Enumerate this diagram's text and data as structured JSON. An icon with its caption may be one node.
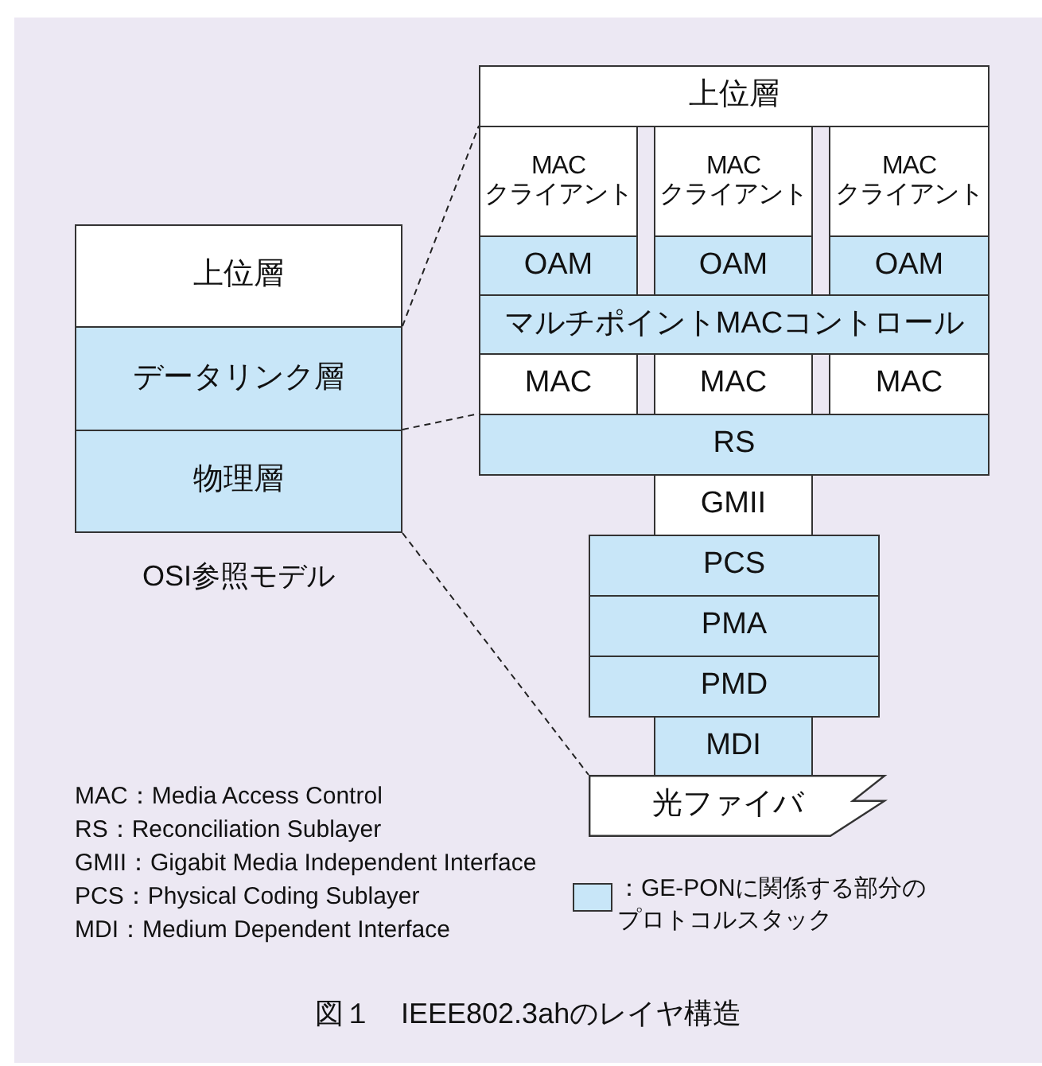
{
  "diagram": {
    "caption": "図１　IEEE802.3ahのレイヤ構造",
    "nodes": [
      {
        "text": [
          "上位層"
        ]
      },
      {
        "text": [
          "データリンク層"
        ]
      },
      {
        "text": [
          "物理層"
        ]
      },
      {
        "text": [
          "上位層"
        ]
      },
      {
        "text": [
          "MAC クライアント"
        ]
      },
      {
        "text": [
          "MAC クライアント"
        ]
      },
      {
        "text": [
          "MAC クライアント"
        ]
      },
      {
        "text": [
          "OAM"
        ]
      },
      {
        "text": [
          "OAM"
        ]
      },
      {
        "text": [
          "OAM"
        ]
      },
      {
        "text": [
          "マルチポイントMACコントロール"
        ]
      },
      {
        "text": [
          "MAC"
        ]
      },
      {
        "text": [
          "MAC"
        ]
      },
      {
        "text": [
          "MAC"
        ]
      },
      {
        "text": [
          "RS"
        ]
      },
      {
        "text": [
          "GMII"
        ]
      },
      {
        "text": [
          "PCS"
        ]
      },
      {
        "text": [
          "PMA"
        ]
      },
      {
        "text": [
          "PMD"
        ]
      },
      {
        "text": [
          "MDI"
        ]
      },
      {
        "text": [
          "光ファイバ"
        ]
      }
    ],
    "edges": [
      {
        "from": 1,
        "to": 4,
        "arrow": "none",
        "style": "dashed"
      },
      {
        "from": 2,
        "to": 14,
        "arrow": "none",
        "style": "dashed"
      },
      {
        "from": 2,
        "to": 20,
        "arrow": "none",
        "style": "dashed"
      }
    ],
    "labels": [
      "OSI参照モデル",
      "MAC：Media Access Control",
      "RS：Reconciliation Sublayer",
      "GMII：Gigabit Media Independent Interface",
      "PCS：Physical Coding Sublayer",
      "MDI：Medium Dependent Interface"
    ],
    "legend": [
      {
        "text": "：GE-PONに関係する部分のプロトコルスタック",
        "color": "#c8e6f8"
      }
    ]
  }
}
